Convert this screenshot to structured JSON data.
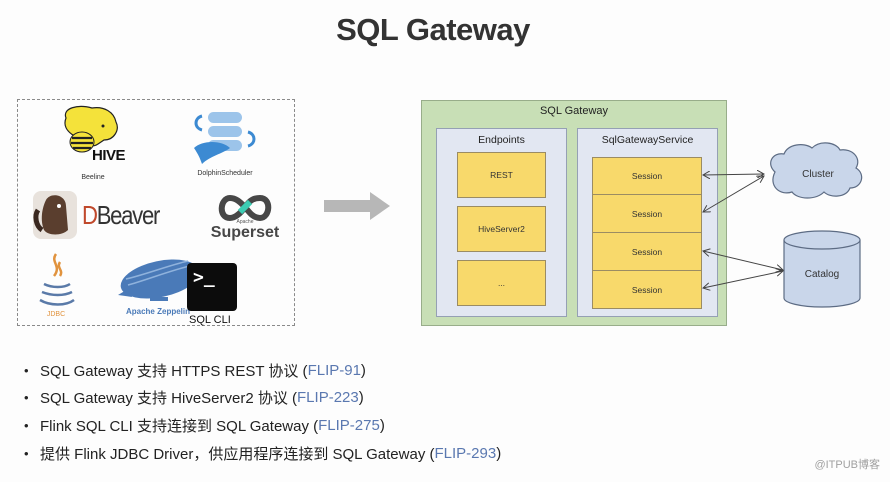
{
  "title": "SQL Gateway",
  "clients": {
    "items": [
      {
        "name": "hive-beeline",
        "caption": "Beeline",
        "logo_text": "HIVE"
      },
      {
        "name": "dolphinscheduler",
        "caption": "DolphinScheduler"
      },
      {
        "name": "dbeaver",
        "logo_text": "DBeaver"
      },
      {
        "name": "superset",
        "logo_small": "Apache",
        "logo_text": "Superset"
      },
      {
        "name": "jdbc",
        "caption": "JDBC"
      },
      {
        "name": "zeppelin",
        "caption": "Apache Zeppelin"
      },
      {
        "name": "sql-cli",
        "caption": "SQL CLI",
        "logo_text": ">_"
      }
    ]
  },
  "diagram": {
    "outer_title": "SQL Gateway",
    "endpoints": {
      "title": "Endpoints",
      "items": [
        "REST",
        "HiveServer2",
        "..."
      ]
    },
    "service": {
      "title": "SqlGatewayService",
      "sessions": [
        "Session",
        "Session",
        "Session",
        "Session"
      ]
    },
    "cluster_label": "Cluster",
    "catalog_label": "Catalog",
    "colors": {
      "outer_fill": "#c8dfb6",
      "inner_fill": "#e2e7f2",
      "item_fill": "#f8d96b",
      "external_fill": "#c9d6ea"
    }
  },
  "bullets": [
    {
      "text": "SQL Gateway 支持 HTTPS REST 协议 (",
      "link": "FLIP-91",
      "tail": ")"
    },
    {
      "text": "SQL Gateway 支持 HiveServer2 协议 (",
      "link": "FLIP-223",
      "tail": ")"
    },
    {
      "text": "Flink SQL CLI 支持连接到 SQL Gateway (",
      "link": "FLIP-275",
      "tail": ")"
    },
    {
      "text": "提供 Flink JDBC Driver，供应用程序连接到 SQL Gateway (",
      "link": "FLIP-293",
      "tail": ")"
    }
  ],
  "link_color": "#5a78b0",
  "watermark": "@ITPUB博客"
}
